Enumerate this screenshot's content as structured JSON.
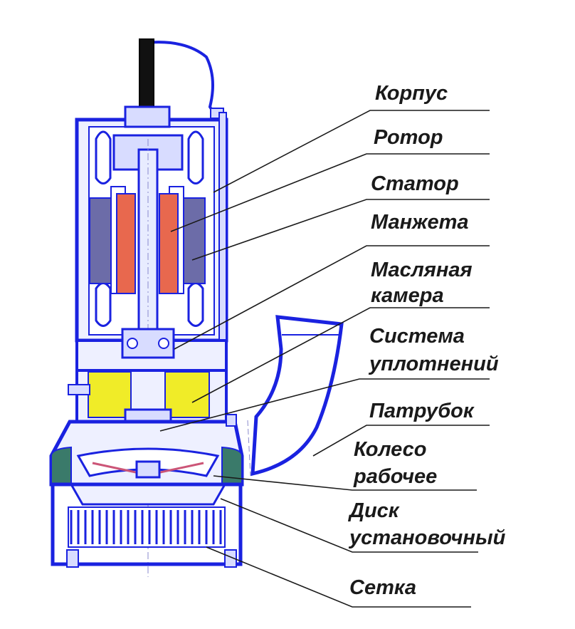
{
  "labels": {
    "korpus": "Корпус",
    "rotor": "Ротор",
    "stator": "Статор",
    "manzheta": "Манжета",
    "oil_1": "Масляная",
    "oil_2": "камера",
    "seal_1": "Система",
    "seal_2": "уплотнений",
    "patrubok": "Патрубок",
    "wheel_1": "Колесо",
    "wheel_2": "рабочее",
    "disk_1": "Диск",
    "disk_2": "установочный",
    "setka": "Сетка"
  },
  "colors": {
    "outline": "#1a22e0",
    "shaft": "#e8ecff",
    "stator": "#6c6ca8",
    "rotor": "#e8684e",
    "oil_chamber": "#f0ec28",
    "impeller_ring": "#3a7a6a",
    "leader": "#1a1a1a"
  }
}
